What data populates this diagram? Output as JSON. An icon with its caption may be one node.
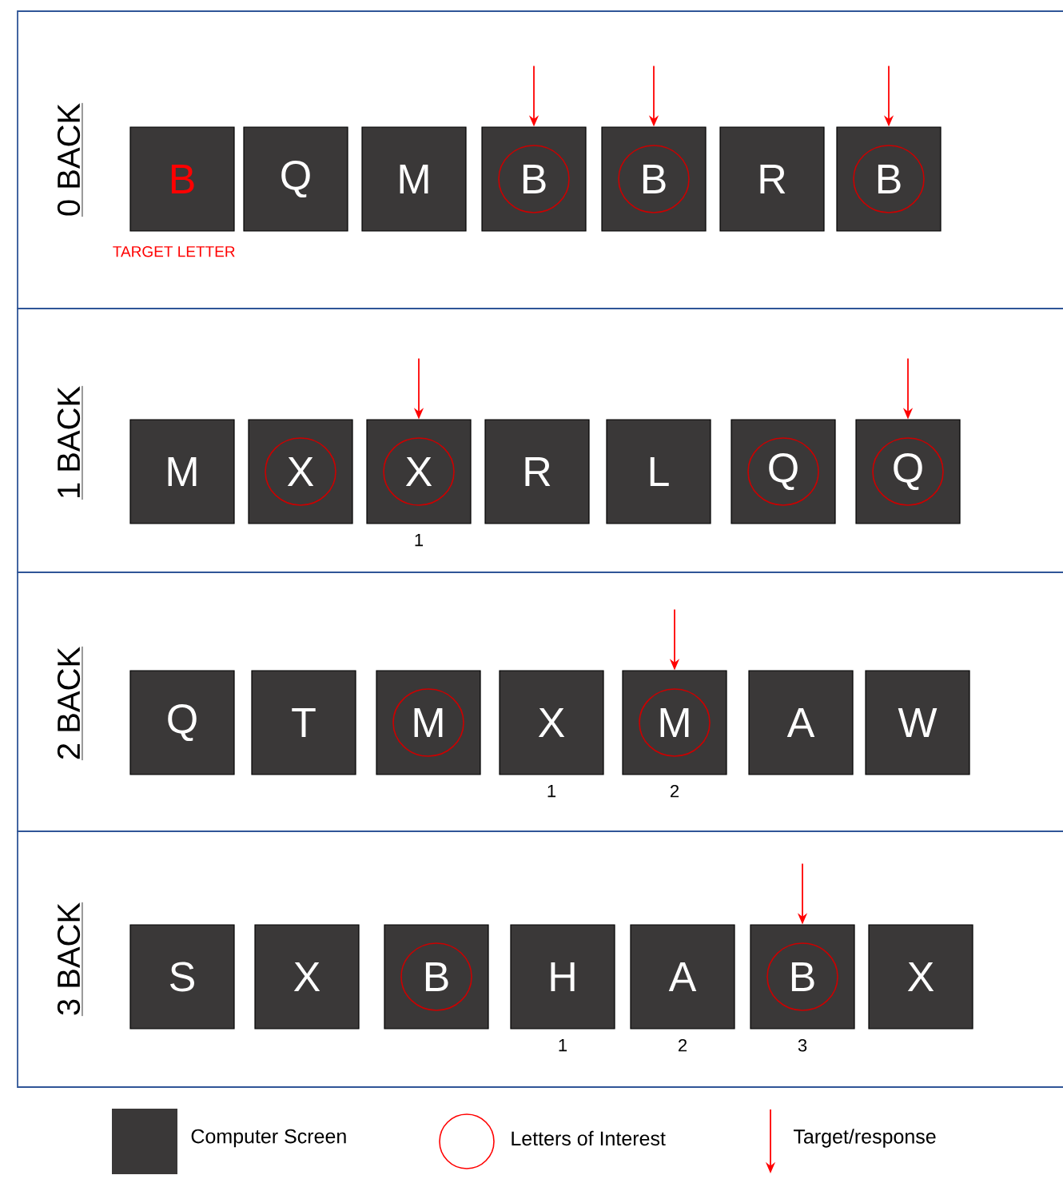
{
  "diagram": {
    "nodes": [
      {
        "text": [
          "0 BACK"
        ]
      },
      {
        "text": [
          "1 BACK"
        ]
      },
      {
        "text": [
          "2 BACK"
        ]
      },
      {
        "text": [
          "3 BACK"
        ]
      },
      {
        "text": [
          "B"
        ],
        "in": 0,
        "beside": [
          "TARGET LETTER"
        ]
      },
      {
        "text": [
          "Q"
        ],
        "in": 0
      },
      {
        "text": [
          "M"
        ],
        "in": 0
      },
      {
        "text": [],
        "shape": "box",
        "in": 0
      },
      {
        "text": [
          "B"
        ],
        "in": 7
      },
      {
        "text": [],
        "shape": "box",
        "in": 0
      },
      {
        "text": [
          "B"
        ],
        "in": 9
      },
      {
        "text": [
          "R"
        ],
        "in": 0
      },
      {
        "text": [],
        "shape": "box",
        "in": 0
      },
      {
        "text": [
          "B"
        ],
        "in": 12
      },
      {
        "text": [
          "M"
        ],
        "in": 1
      },
      {
        "text": [],
        "shape": "box",
        "in": 1
      },
      {
        "text": [
          "X"
        ],
        "in": 15
      },
      {
        "text": [],
        "shape": "box",
        "in": 1,
        "beside": [
          "1"
        ]
      },
      {
        "text": [
          "X"
        ],
        "in": 17
      },
      {
        "text": [
          "R"
        ],
        "in": 1
      },
      {
        "text": [
          "L"
        ],
        "in": 1
      },
      {
        "text": [],
        "shape": "box",
        "in": 1
      },
      {
        "text": [
          "Q"
        ],
        "in": 21
      },
      {
        "text": [],
        "shape": "box",
        "in": 1
      },
      {
        "text": [
          "Q"
        ],
        "in": 23
      },
      {
        "text": [
          "Q"
        ],
        "in": 2
      },
      {
        "text": [
          "T"
        ],
        "in": 2
      },
      {
        "text": [],
        "shape": "box",
        "in": 2
      },
      {
        "text": [
          "M"
        ],
        "in": 27
      },
      {
        "text": [
          "X"
        ],
        "in": 2,
        "beside": [
          "1"
        ]
      },
      {
        "text": [],
        "shape": "box",
        "in": 2,
        "beside": [
          "2"
        ]
      },
      {
        "text": [
          "M"
        ],
        "in": 30
      },
      {
        "text": [
          "A"
        ],
        "in": 2
      },
      {
        "text": [
          "W"
        ],
        "in": 2
      },
      {
        "text": [
          "S"
        ],
        "in": 3
      },
      {
        "text": [
          "X"
        ],
        "in": 3
      },
      {
        "text": [],
        "shape": "box",
        "in": 3
      },
      {
        "text": [
          "B"
        ],
        "in": 36
      },
      {
        "text": [
          "H"
        ],
        "in": 3,
        "beside": [
          "1"
        ]
      },
      {
        "text": [
          "A"
        ],
        "in": 3,
        "beside": [
          "2"
        ]
      },
      {
        "text": [],
        "shape": "box",
        "in": 3,
        "beside": [
          "3"
        ]
      },
      {
        "text": [
          "B"
        ],
        "in": 40
      },
      {
        "text": [
          "X"
        ],
        "in": 3
      }
    ],
    "edges": [
      {
        "from": null,
        "to": 7,
        "arrow": "to"
      },
      {
        "from": null,
        "to": 9,
        "arrow": "to"
      },
      {
        "from": null,
        "to": 12,
        "arrow": "to"
      },
      {
        "from": null,
        "to": 17,
        "arrow": "to"
      },
      {
        "from": null,
        "to": 23,
        "arrow": "to"
      },
      {
        "from": null,
        "to": 30,
        "arrow": "to"
      },
      {
        "from": null,
        "to": 40,
        "arrow": "to"
      }
    ],
    "legend": [
      {
        "text": "Computer Screen"
      },
      {
        "text": "Letters of Interest"
      },
      {
        "text": "Target/response"
      }
    ]
  }
}
